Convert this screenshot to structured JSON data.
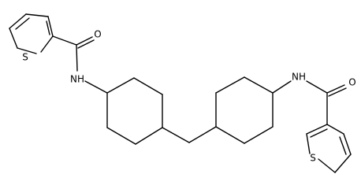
{
  "atoms": {
    "s_left": "S",
    "o_left": "O",
    "nh_left": "NH",
    "nh_right": "NH",
    "o_right": "O",
    "s_right": "S"
  }
}
